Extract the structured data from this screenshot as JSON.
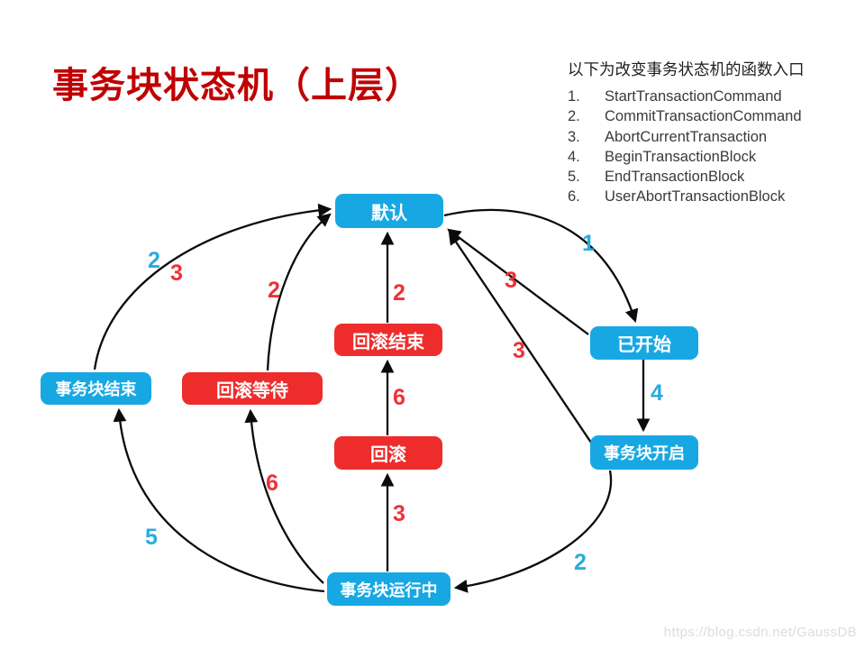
{
  "title": {
    "text": "事务块状态机（上层）",
    "color": "#C00000"
  },
  "legend": {
    "header": "以下为改变事务状态机的函数入口",
    "items": [
      {
        "num": "1.",
        "label": "StartTransactionCommand"
      },
      {
        "num": "2.",
        "label": "CommitTransactionCommand"
      },
      {
        "num": "3.",
        "label": "AbortCurrentTransaction"
      },
      {
        "num": "4.",
        "label": "BeginTransactionBlock"
      },
      {
        "num": "5.",
        "label": "EndTransactionBlock"
      },
      {
        "num": "6.",
        "label": "UserAbortTransactionBlock"
      }
    ]
  },
  "colors": {
    "node_blue": "#17A8E3",
    "node_red": "#EE2C2C",
    "label_blue": "#29ABE2",
    "label_red": "#ED3237",
    "arrow": "#0b0b0b",
    "title_red": "#C00000"
  },
  "nodes": [
    {
      "id": "default",
      "label": "默认"
    },
    {
      "id": "rollback-end",
      "label": "回滚结束"
    },
    {
      "id": "rollback-wait",
      "label": "回滚等待"
    },
    {
      "id": "tblock-end",
      "label": "事务块结束"
    },
    {
      "id": "rollback",
      "label": "回滚"
    },
    {
      "id": "started",
      "label": "已开始"
    },
    {
      "id": "tblock-begin",
      "label": "事务块开启"
    },
    {
      "id": "tblock-running",
      "label": "事务块运行中"
    }
  ],
  "edges": [
    {
      "from": "事务块结束",
      "to": "默认",
      "labels": [
        "2",
        "3"
      ]
    },
    {
      "from": "回滚等待",
      "to": "默认",
      "labels": [
        "2"
      ]
    },
    {
      "from": "回滚结束",
      "to": "默认",
      "labels": [
        "2"
      ]
    },
    {
      "from": "默认",
      "to": "已开始",
      "labels": [
        "1"
      ]
    },
    {
      "from": "已开始",
      "to": "默认",
      "labels": [
        "3"
      ]
    },
    {
      "from": "事务块开启",
      "to": "默认",
      "labels": [
        "3"
      ]
    },
    {
      "from": "已开始",
      "to": "事务块开启",
      "labels": [
        "4"
      ]
    },
    {
      "from": "事务块开启",
      "to": "事务块运行中",
      "labels": [
        "2"
      ]
    },
    {
      "from": "事务块运行中",
      "to": "回滚",
      "labels": [
        "3"
      ]
    },
    {
      "from": "回滚",
      "to": "回滚结束",
      "labels": [
        "6"
      ]
    },
    {
      "from": "事务块运行中",
      "to": "回滚等待",
      "labels": [
        "6"
      ]
    },
    {
      "from": "事务块运行中",
      "to": "事务块结束",
      "labels": [
        "5"
      ]
    }
  ],
  "watermark": {
    "text": "https://blog.csdn.net/GaussDB"
  }
}
